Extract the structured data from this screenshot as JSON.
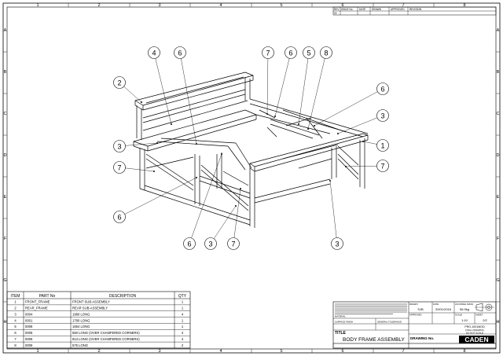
{
  "border": {
    "columns": [
      "1",
      "2",
      "3",
      "4",
      "5",
      "6",
      "7",
      "8"
    ],
    "rows": [
      "A",
      "B",
      "C",
      "D",
      "E",
      "F",
      "G",
      "H"
    ]
  },
  "revision_block": {
    "headers": [
      "REV",
      "ISSUE No",
      "DATE",
      "DRAWN",
      "APPROVED",
      "REVISION"
    ],
    "rev_value": "00"
  },
  "balloons": [
    {
      "label": "4"
    },
    {
      "label": "6"
    },
    {
      "label": "2"
    },
    {
      "label": "7"
    },
    {
      "label": "6"
    },
    {
      "label": "5"
    },
    {
      "label": "8"
    },
    {
      "label": "6"
    },
    {
      "label": "3"
    },
    {
      "label": "3"
    },
    {
      "label": "1"
    },
    {
      "label": "7"
    },
    {
      "label": "7"
    },
    {
      "label": "6"
    },
    {
      "label": "6"
    },
    {
      "label": "3"
    },
    {
      "label": "7"
    },
    {
      "label": "3"
    }
  ],
  "parts_list": {
    "headers": [
      "ITEM",
      "PART No",
      "DESCRIPTION",
      "QTY"
    ],
    "rows": [
      {
        "item": "1",
        "part": "FRONT_FRAME",
        "desc": "FRONT SUB-ASSEMBLY",
        "qty": "1"
      },
      {
        "item": "2",
        "part": "REAR_FRAME",
        "desc": "REAR SUB-ASSEMBLY",
        "qty": "1"
      },
      {
        "item": "3",
        "part": "0004",
        "desc": "1980 LONG",
        "qty": "4"
      },
      {
        "item": "4",
        "part": "0001",
        "desc": "1780 LONG",
        "qty": "1"
      },
      {
        "item": "5",
        "part": "0008",
        "desc": "1654 LONG",
        "qty": "1"
      },
      {
        "item": "6",
        "part": "0005",
        "desc": "550 LONG (OVER CHAMFERED CORNERS)",
        "qty": "4"
      },
      {
        "item": "7",
        "part": "0006",
        "desc": "813 LONG (OVER CHAMFERED CORNERS)",
        "qty": "4"
      },
      {
        "item": "8",
        "part": "0009",
        "desc": "575 LONG",
        "qty": "2"
      }
    ]
  },
  "title_block": {
    "drawn_by": "DRAWN",
    "drawn_value": "SJB",
    "date_label": "DATE",
    "date_value": "20/01/2016",
    "weight_label": "AS MODEL MASS",
    "weight_value": "56.9kg",
    "approved_label": "APPROVED",
    "scale_label": "SCALE",
    "scale_value": "1:10",
    "sheet_label": "SHEET",
    "sheet_value": "2/2",
    "project_value": "PRO-1001MOD",
    "note_line1": "FINAL DRAWING",
    "note_line2": "DO NOT SCALE",
    "title_label": "TITLE",
    "title_value": "BODY FRAME ASSEMBLY",
    "drawing_no_label": "DRAWING No.",
    "logo": "CADEN",
    "material_label": "MATERIAL",
    "finish_label": "SURFACE FINISH",
    "tolerance_label": "GENERAL TOLERANCE"
  }
}
